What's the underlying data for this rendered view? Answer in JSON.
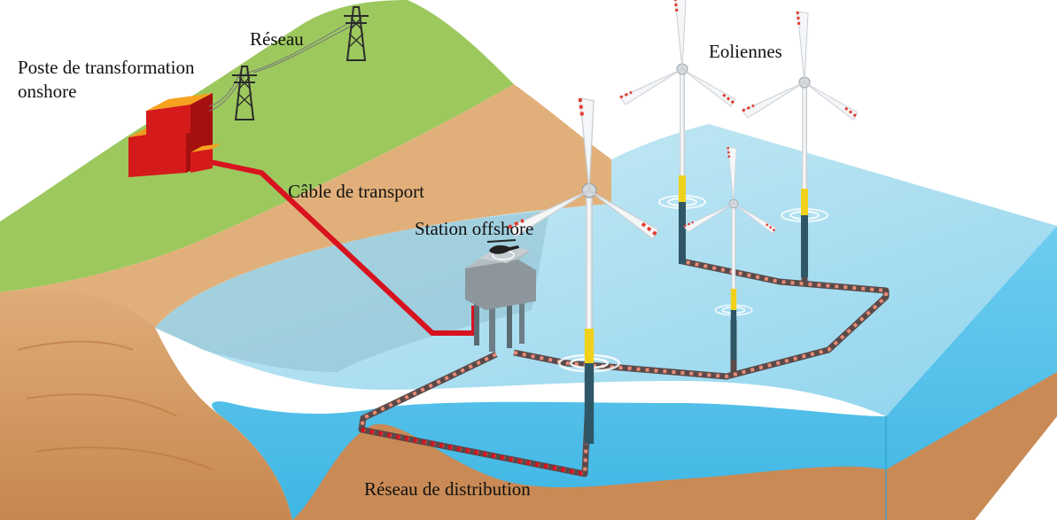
{
  "labels": {
    "reseau": "Réseau",
    "poste_line1": "Poste de transformation",
    "poste_line2": "onshore",
    "eoliennes": "Eoliennes",
    "cable": "Câble de transport",
    "station": "Station offshore",
    "distribution": "Réseau de distribution"
  },
  "colors": {
    "land_top": "#9dc85e",
    "land_side": "#d8a16a",
    "sea_surface": "#b7e1ef",
    "sea_front": "#5ec6ea",
    "sea_shadow": "#7fb7c9",
    "seabed": "#c98a55",
    "transport_cable": "#d8121f",
    "distribution_cable": "#e78b76",
    "turbine_tower": "#e6e9ec",
    "turbine_foundation": "#f0d21c"
  },
  "icons": [
    "transformer-station-icon",
    "pylon-icon",
    "helicopter-icon",
    "wind-turbine-icon",
    "offshore-platform-icon"
  ]
}
